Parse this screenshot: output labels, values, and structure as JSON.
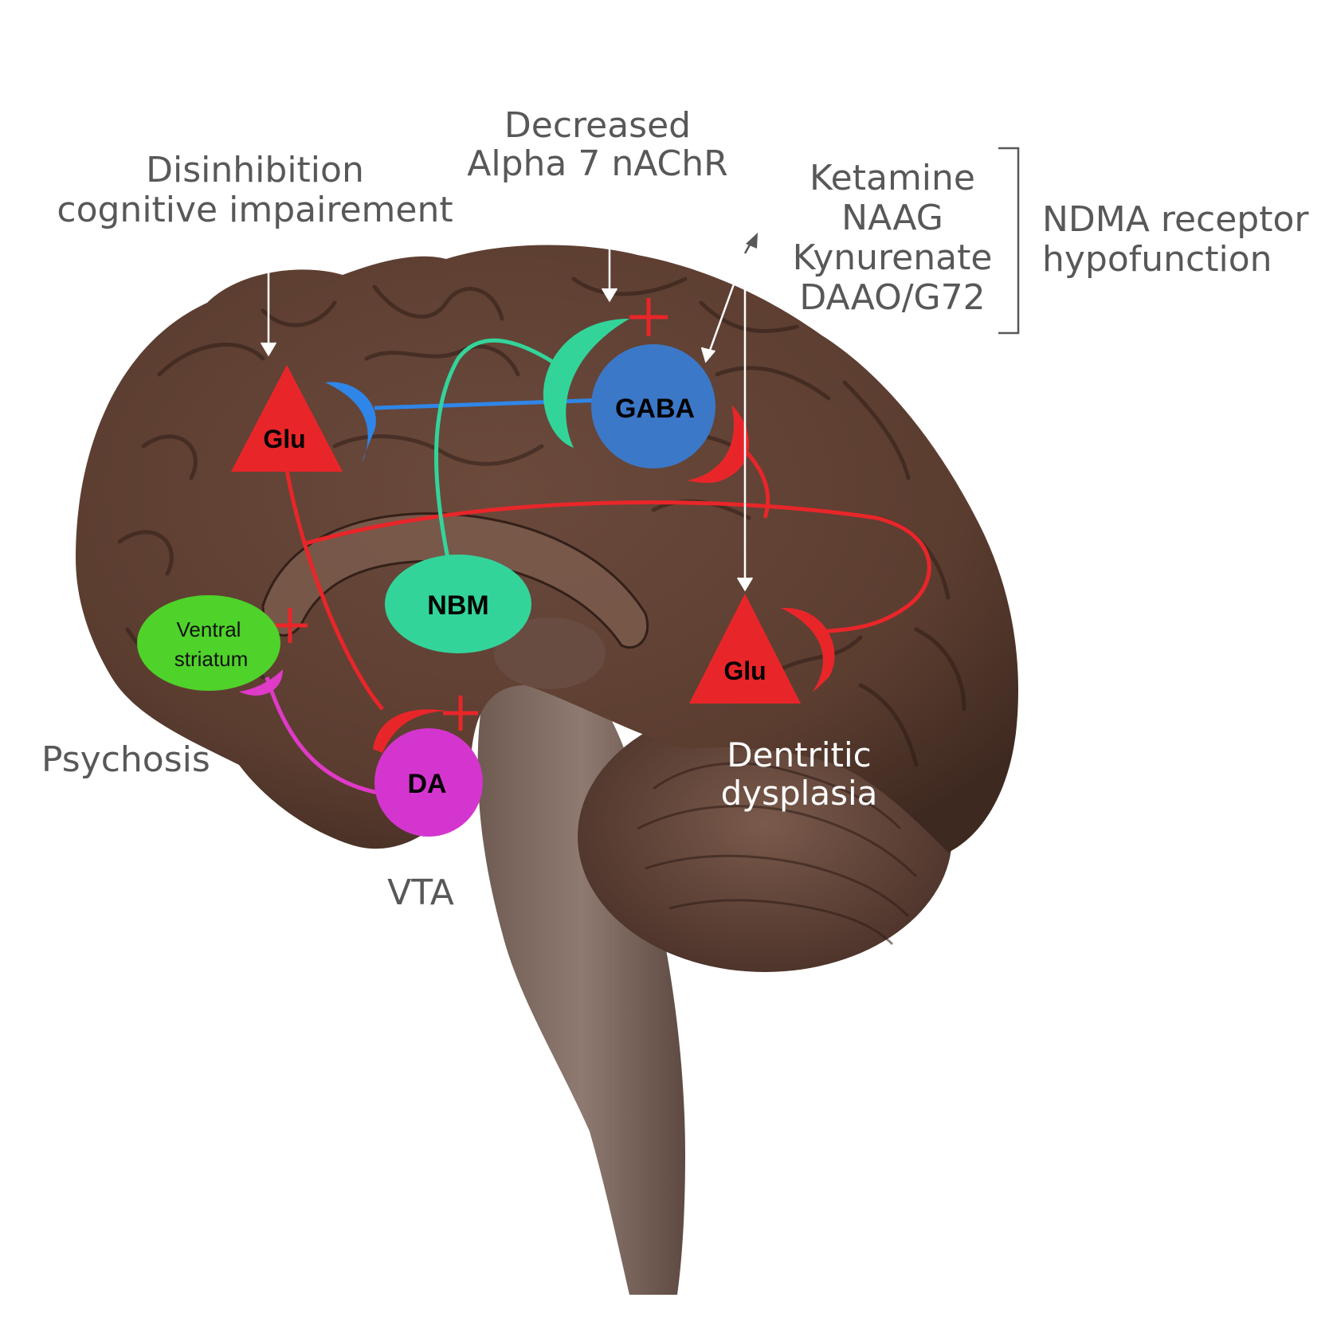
{
  "labels": {
    "disinhibition": [
      "Disinhibition",
      "cognitive impairement"
    ],
    "decreased": [
      "Decreased",
      "Alpha 7 nAChR"
    ],
    "agents": [
      "Ketamine",
      "NAAG",
      "Kynurenate",
      "DAAO/G72"
    ],
    "ndma": [
      "NDMA receptor",
      "hypofunction"
    ],
    "psychosis": "Psychosis",
    "vta": "VTA",
    "dentritic": [
      "Dentritic",
      "dysplasia"
    ]
  },
  "nodes": {
    "glu_frontal": "Glu",
    "glu_posterior": "Glu",
    "gaba": "GABA",
    "nbm": "NBM",
    "ventral_striatum": [
      "Ventral",
      "striatum"
    ],
    "da": "DA"
  },
  "colors": {
    "glutamate": "#e8262a",
    "gaba": "#3c78c8",
    "gaba_axon": "#2f86e8",
    "cholinergic": "#33d49a",
    "dopamine": "#d535cf",
    "striatum": "#4fd22a",
    "brain": "#5c3f32",
    "brainstem": "#7f6a61",
    "label_gray": "#58585a",
    "plus_sign": "#e8262a"
  }
}
